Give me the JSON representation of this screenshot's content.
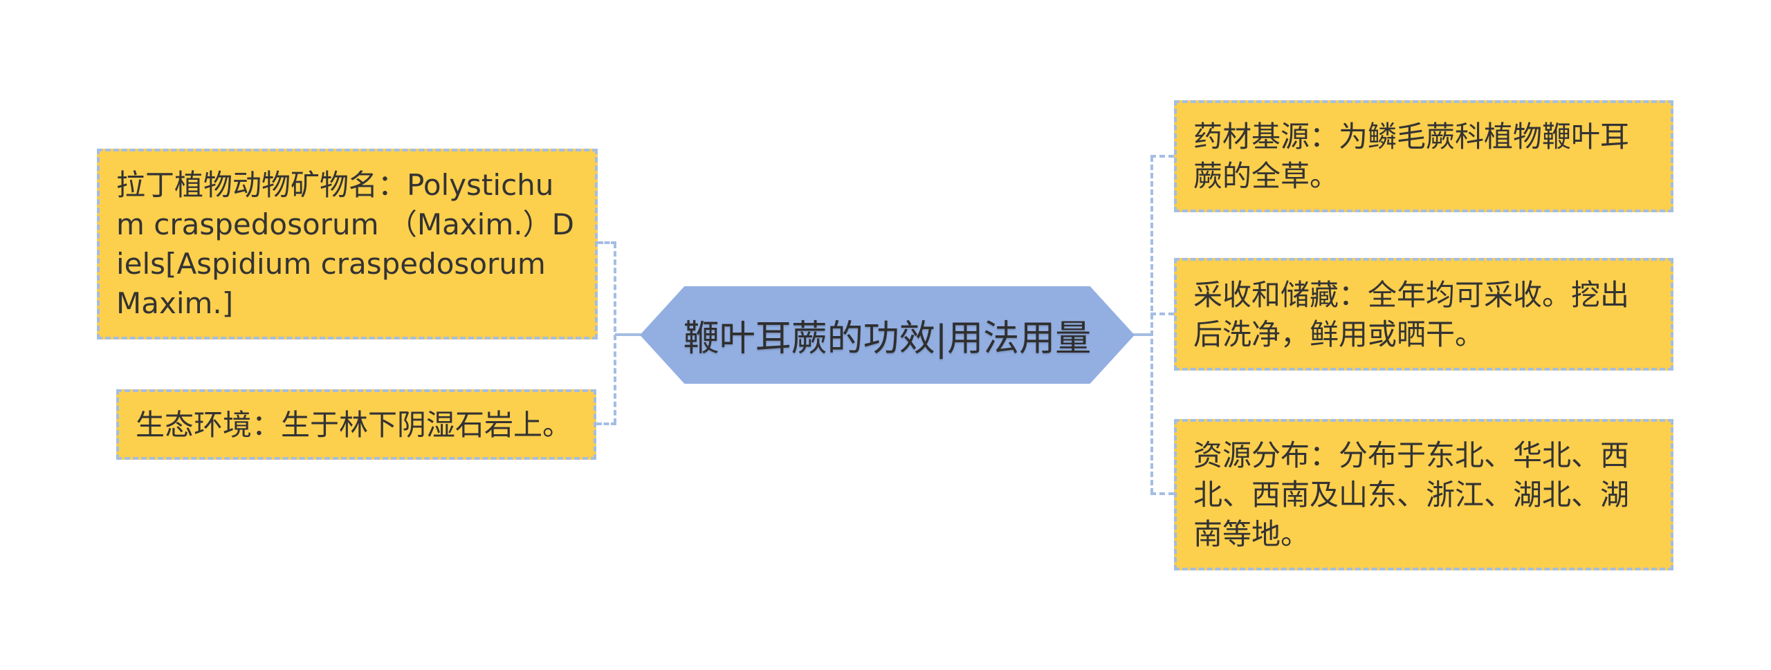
{
  "center": {
    "label": "鞭叶耳蕨的功效|用法用量"
  },
  "left_nodes": [
    {
      "id": "latin-name",
      "text": "拉丁植物动物矿物名：Polystichum craspedosorum （Maxim.）Diels[Aspidium craspedosorum Maxim.]"
    },
    {
      "id": "ecology",
      "text": "生态环境：生于林下阴湿石岩上。"
    }
  ],
  "right_nodes": [
    {
      "id": "medicinal-source",
      "text": "药材基源：为鳞毛蕨科植物鞭叶耳蕨的全草。"
    },
    {
      "id": "harvest-storage",
      "text": "采收和储藏：全年均可采收。挖出后洗净，鲜用或晒干。"
    },
    {
      "id": "resource-distribution",
      "text": "资源分布：分布于东北、华北、西北、西南及山东、浙江、湖北、湖南等地。"
    }
  ],
  "colors": {
    "background": "#FFFFFF",
    "node_fill": "#FCCF4D",
    "node_border": "#A4BDE2",
    "center_fill": "#93AFE2",
    "connector": "#A4BDE2",
    "node_text": "#333333",
    "center_text": "#2F2F2F"
  }
}
